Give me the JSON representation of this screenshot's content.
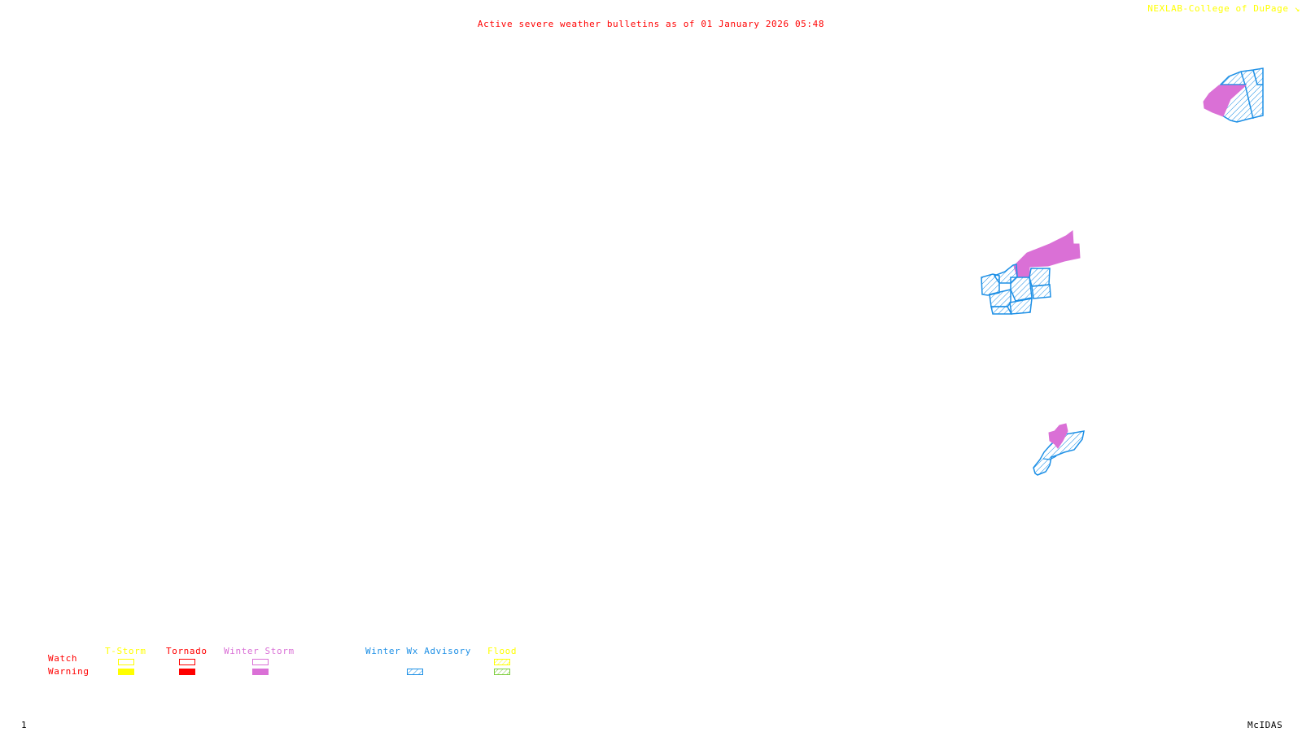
{
  "header": {
    "title": "Active severe weather bulletins as of 01 January 2026 05:48",
    "credit": "NEXLAB-College of DuPage ↘"
  },
  "colors": {
    "tstorm": "#ffff00",
    "tornado": "#ff0000",
    "winter_storm": "#da70d6",
    "winter_wx_advisory": "#1e90e6",
    "flood_watch": "#ffff00",
    "flood_warning": "#7ccd3c",
    "text_label": "#ff0000"
  },
  "legend": {
    "row_labels": {
      "watch": "Watch",
      "warning": "Warning"
    },
    "columns": [
      {
        "name": "T-Storm",
        "watch_style": "outline",
        "warning_style": "filled",
        "color": "#ffff00"
      },
      {
        "name": "Tornado",
        "watch_style": "outline",
        "warning_style": "filled",
        "color": "#ff0000"
      },
      {
        "name": "Winter Storm",
        "watch_style": "outline",
        "warning_style": "filled",
        "color": "#da70d6"
      },
      {
        "name": "Winter Wx Advisory",
        "watch_style": "none",
        "warning_style": "hatched",
        "color": "#1e90e6"
      },
      {
        "name": "Flood",
        "watch_style": "hatched",
        "warning_style": "hatched",
        "color": "#ffff00",
        "warning_color": "#7ccd3c"
      }
    ]
  },
  "map": {
    "regions": [
      {
        "id": "northeast",
        "types": [
          "Winter Wx Advisory",
          "Winter Storm Warning"
        ]
      },
      {
        "id": "great-lakes",
        "types": [
          "Winter Wx Advisory",
          "Winter Storm Warning"
        ]
      },
      {
        "id": "appalachian",
        "types": [
          "Winter Wx Advisory",
          "Winter Storm Warning"
        ]
      }
    ]
  },
  "footer": {
    "frame_number": "1",
    "brand": "McIDAS"
  }
}
